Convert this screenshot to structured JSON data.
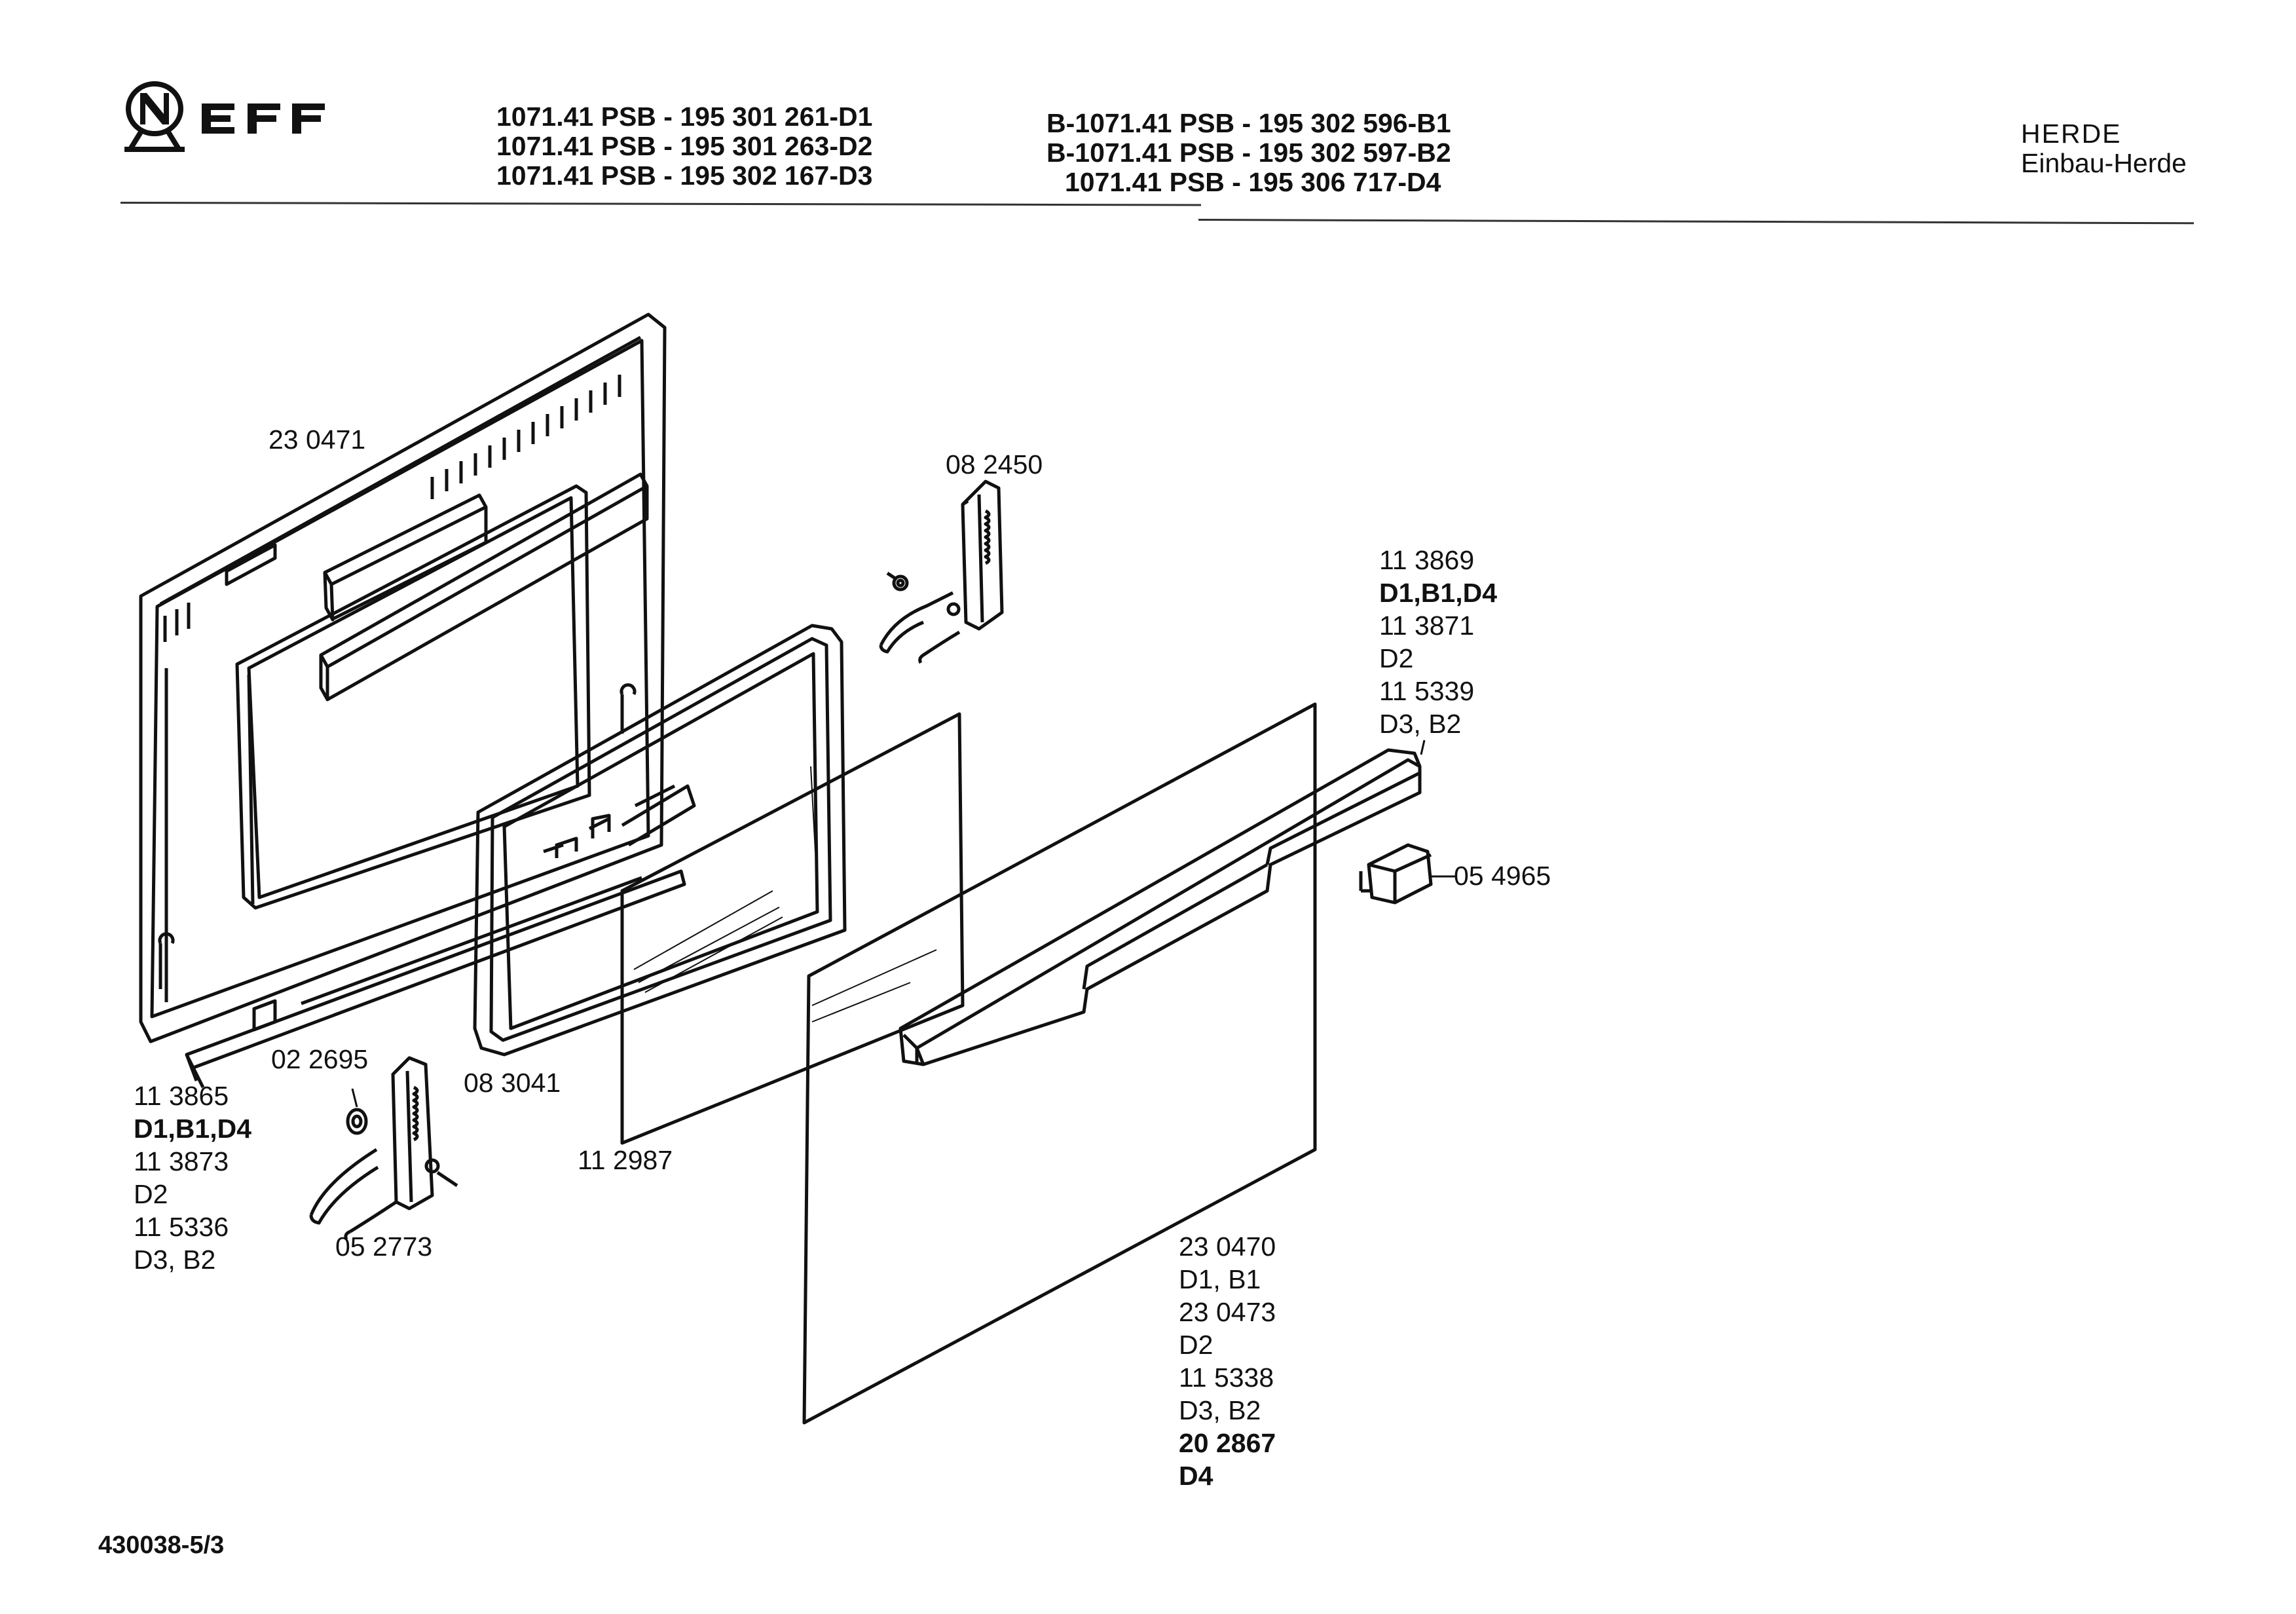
{
  "header": {
    "brand": "NEFF",
    "models_col1": [
      "1071.41 PSB - 195 301 261-D1",
      "1071.41 PSB - 195 301 263-D2",
      "1071.41 PSB - 195 302 167-D3"
    ],
    "models_col2": [
      "B-1071.41 PSB - 195 302 596-B1",
      "B-1071.41 PSB - 195 302 597-B2",
      "1071.41 PSB - 195 306 717-D4"
    ],
    "category": "HERDE",
    "subcategory": "Einbau-Herde"
  },
  "parts": {
    "inner_frame": "23 0471",
    "hinge_upper": "08 2450",
    "handle_block": {
      "lines": [
        "11 3869",
        "D1,B1,D4",
        "11 3871",
        "D2",
        "11 5339",
        "D3, B2"
      ]
    },
    "end_cap": "05 4965",
    "left_bracket": {
      "lines": [
        "11 3865",
        "D1,B1,D4",
        "11 3873",
        "D2",
        "11 5336",
        "D3, B2"
      ]
    },
    "washer": "02 2695",
    "glass_frame": "08 3041",
    "hinge_lower": "05 2773",
    "glass_pane": "11 2987",
    "outer_door": {
      "lines": [
        "23 0470",
        "D1, B1",
        "23 0473",
        "D2",
        "11 5338",
        "D3, B2",
        "20 2867",
        "D4"
      ]
    }
  },
  "footer": {
    "drawing_number": "430038-5/3"
  }
}
